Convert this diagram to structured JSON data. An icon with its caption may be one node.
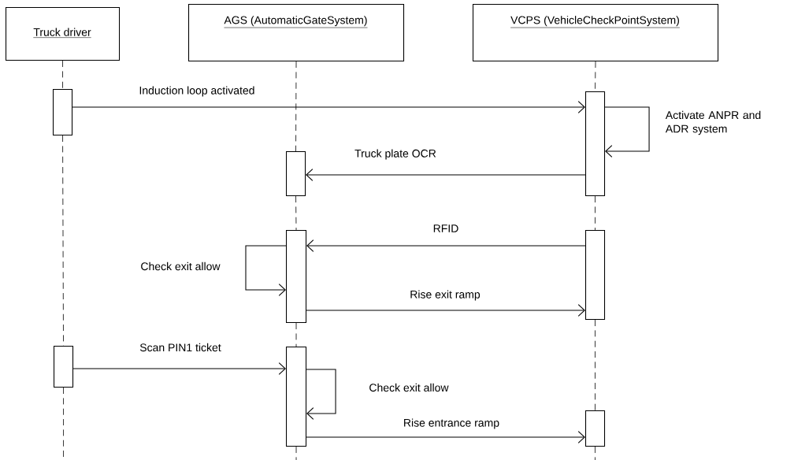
{
  "diagram": {
    "nodes": [
      {
        "text": [
          "Truck driver"
        ]
      },
      {
        "text": [
          "AGS (AutomaticGateSystem)"
        ]
      },
      {
        "text": [
          "VCPS (VehicleCheckPointSystem)"
        ]
      },
      {
        "text": [],
        "shape": "bar"
      },
      {
        "text": [],
        "shape": "bar"
      },
      {
        "text": [],
        "shape": "bar"
      },
      {
        "text": [],
        "shape": "bar"
      },
      {
        "text": [],
        "shape": "bar"
      },
      {
        "text": [],
        "shape": "bar"
      },
      {
        "text": [],
        "shape": "bar"
      },
      {
        "text": [],
        "shape": "bar"
      }
    ],
    "edges": [
      {
        "from": 3,
        "to": 4,
        "arrow": "to",
        "label": "Induction loop activated"
      },
      {
        "from": 4,
        "to": 4,
        "arrow": "to",
        "label": "Activate ANPR and ADR system"
      },
      {
        "from": 4,
        "to": 5,
        "arrow": "to",
        "label": "Truck plate OCR"
      },
      {
        "from": 7,
        "to": 6,
        "arrow": "to",
        "label": "RFID"
      },
      {
        "from": 6,
        "to": 6,
        "arrow": "to",
        "label": "Check exit allow"
      },
      {
        "from": 6,
        "to": 7,
        "arrow": "to",
        "label": "Rise exit ramp"
      },
      {
        "from": 8,
        "to": 9,
        "arrow": "to",
        "label": "Scan PIN1 ticket"
      },
      {
        "from": 9,
        "to": 9,
        "arrow": "to",
        "label": "Check exit allow"
      },
      {
        "from": 9,
        "to": 10,
        "arrow": "to",
        "label": "Rise entrance ramp"
      },
      {
        "from": 0,
        "to": 3,
        "arrow": "none",
        "style": "dashed"
      },
      {
        "from": 3,
        "to": 8,
        "arrow": "none",
        "style": "dashed"
      },
      {
        "from": 8,
        "to": null,
        "arrow": "none",
        "style": "dashed"
      },
      {
        "from": 1,
        "to": 5,
        "arrow": "none",
        "style": "dashed"
      },
      {
        "from": 5,
        "to": 6,
        "arrow": "none",
        "style": "dashed"
      },
      {
        "from": 6,
        "to": 9,
        "arrow": "none",
        "style": "dashed"
      },
      {
        "from": 9,
        "to": null,
        "arrow": "none",
        "style": "dashed"
      },
      {
        "from": 2,
        "to": 4,
        "arrow": "none",
        "style": "dashed"
      },
      {
        "from": 4,
        "to": 7,
        "arrow": "none",
        "style": "dashed"
      },
      {
        "from": 7,
        "to": 10,
        "arrow": "none",
        "style": "dashed"
      },
      {
        "from": 10,
        "to": null,
        "arrow": "none",
        "style": "dashed"
      }
    ]
  }
}
